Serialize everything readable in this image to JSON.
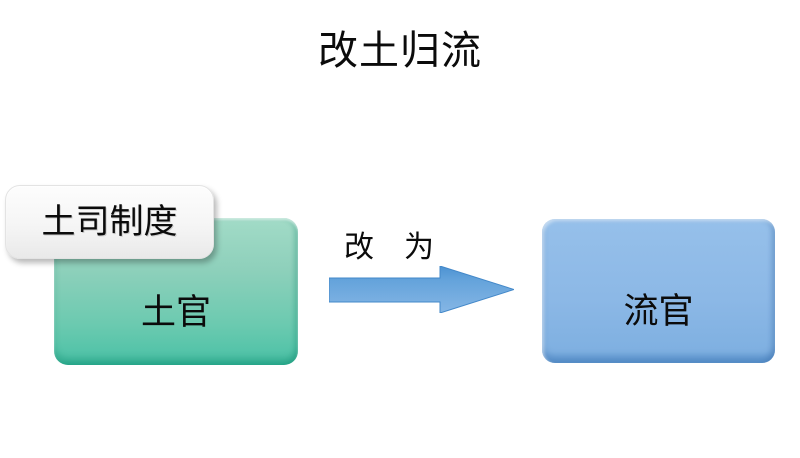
{
  "slide": {
    "title": "改土归流",
    "background_color": "#FFFFFF"
  },
  "diagram": {
    "source_box": {
      "label": "土官",
      "fill_top": "#A2DBC7",
      "fill_bottom": "#4EC2A7"
    },
    "callout": {
      "label": "土司制度",
      "fill": "#F2F2F2"
    },
    "arrow": {
      "label": "改　为",
      "direction": "right",
      "color": "#5B9BD5"
    },
    "target_box": {
      "label": "流官",
      "fill": "#8CB8E6"
    }
  }
}
